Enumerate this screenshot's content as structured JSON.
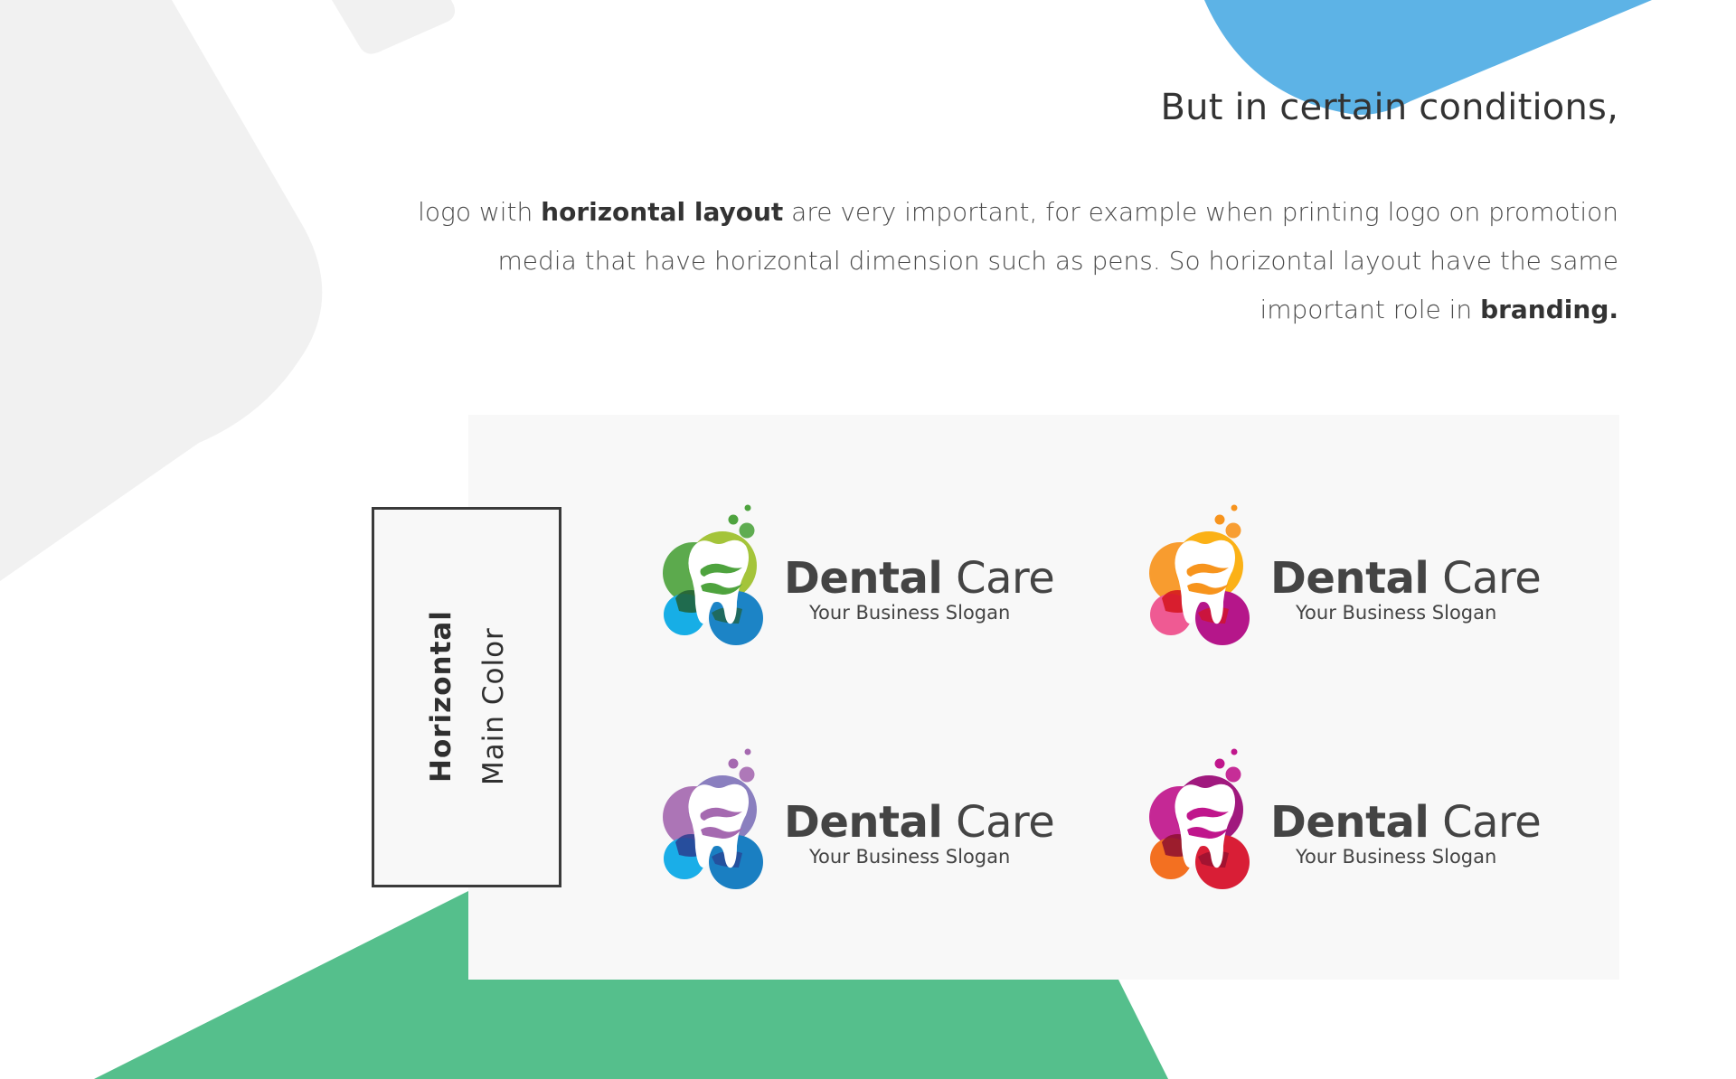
{
  "heading": "But in certain conditions,",
  "paragraph": {
    "parts": [
      {
        "text": "logo with ",
        "bold": false
      },
      {
        "text": "horizontal layout",
        "bold": true
      },
      {
        "text": " are very important, for example when printing logo on promotion media that have horizontal dimension such as pens. So horizontal layout have the same important role in ",
        "bold": false
      },
      {
        "text": "branding.",
        "bold": true
      }
    ]
  },
  "label_box": {
    "line1": "Horizontal",
    "line2": "Main Color"
  },
  "logos": [
    {
      "name_bold": "Dental",
      "name_regular": "Care",
      "slogan": "Your Business Slogan",
      "colors": {
        "tl": "#4ea33e",
        "tr": "#a4c43a",
        "bl": "#17aee6",
        "br": "#1c84c6",
        "dark": "#215f33",
        "bubble": "#4ea33e"
      }
    },
    {
      "name_bold": "Dental",
      "name_regular": "Care",
      "slogan": "Your Business Slogan",
      "colors": {
        "tl": "#f7941d",
        "tr": "#fbb116",
        "bl": "#ef5a93",
        "br": "#b5168a",
        "dark": "#d4141c",
        "bubble": "#f7941d"
      }
    },
    {
      "name_bold": "Dental",
      "name_regular": "Care",
      "slogan": "Your Business Slogan",
      "colors": {
        "tl": "#a569b0",
        "tr": "#8a7fbf",
        "bl": "#1aaee8",
        "br": "#1a7fc2",
        "dark": "#2a3d8f",
        "bubble": "#a569b0"
      }
    },
    {
      "name_bold": "Dental",
      "name_regular": "Care",
      "slogan": "Your Business Slogan",
      "colors": {
        "tl": "#c0168c",
        "tr": "#a0197e",
        "bl": "#f37021",
        "br": "#d91e36",
        "dark": "#8c0e2f",
        "bubble": "#c0168c"
      }
    }
  ],
  "colors": {
    "blue_shape": "#5db3e6",
    "green_shape": "#55bf8c",
    "gray_shape": "#f1f1f1",
    "panel": "#f8f8f8"
  }
}
